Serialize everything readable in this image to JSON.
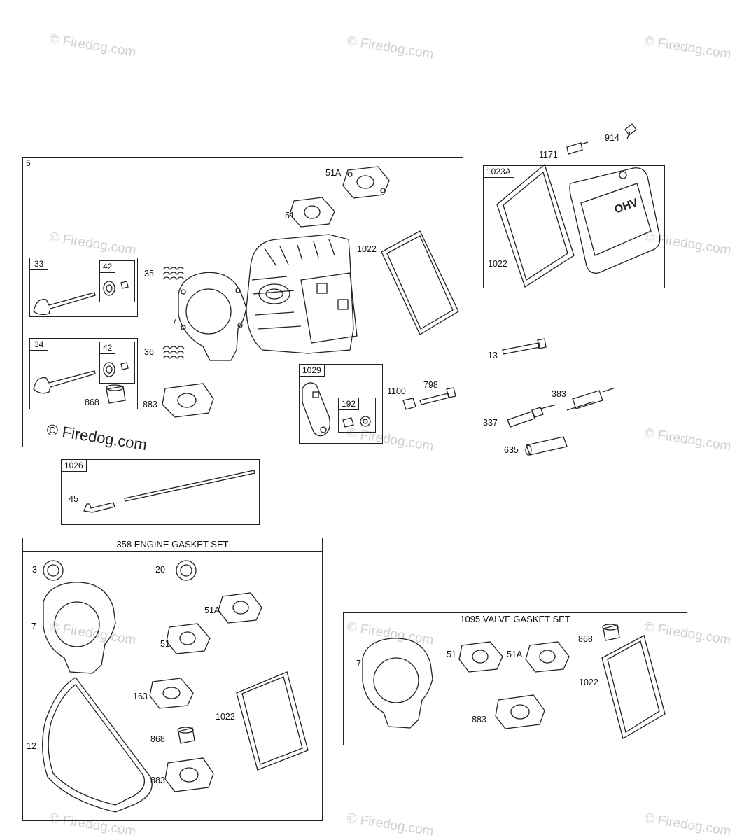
{
  "watermark": "© Firedog.com",
  "boxes": {
    "b5": "5",
    "b33": "33",
    "b42a": "42",
    "b34": "34",
    "b42b": "42",
    "b1029": "1029",
    "b192": "192",
    "b1023a": "1023A",
    "b1026": "1026",
    "gasket_set": "358 ENGINE GASKET SET",
    "valve_set": "1095 VALVE GASKET SET"
  },
  "labels": {
    "p51a": "51A",
    "p51": "51",
    "p1022": "1022",
    "p35": "35",
    "p7": "7",
    "p36": "36",
    "p883": "883",
    "p868": "868",
    "p1100": "1100",
    "p798": "798",
    "p914": "914",
    "p1171": "1171",
    "p1022b": "1022",
    "p13": "13",
    "p383": "383",
    "p337": "337",
    "p635": "635",
    "p45": "45",
    "g3": "3",
    "g20": "20",
    "g51a": "51A",
    "g7": "7",
    "g51": "51",
    "g163": "163",
    "g1022": "1022",
    "g12": "12",
    "g868": "868",
    "g883": "883",
    "v7": "7",
    "v51": "51",
    "v51a": "51A",
    "v868": "868",
    "v1022": "1022",
    "v883": "883"
  }
}
